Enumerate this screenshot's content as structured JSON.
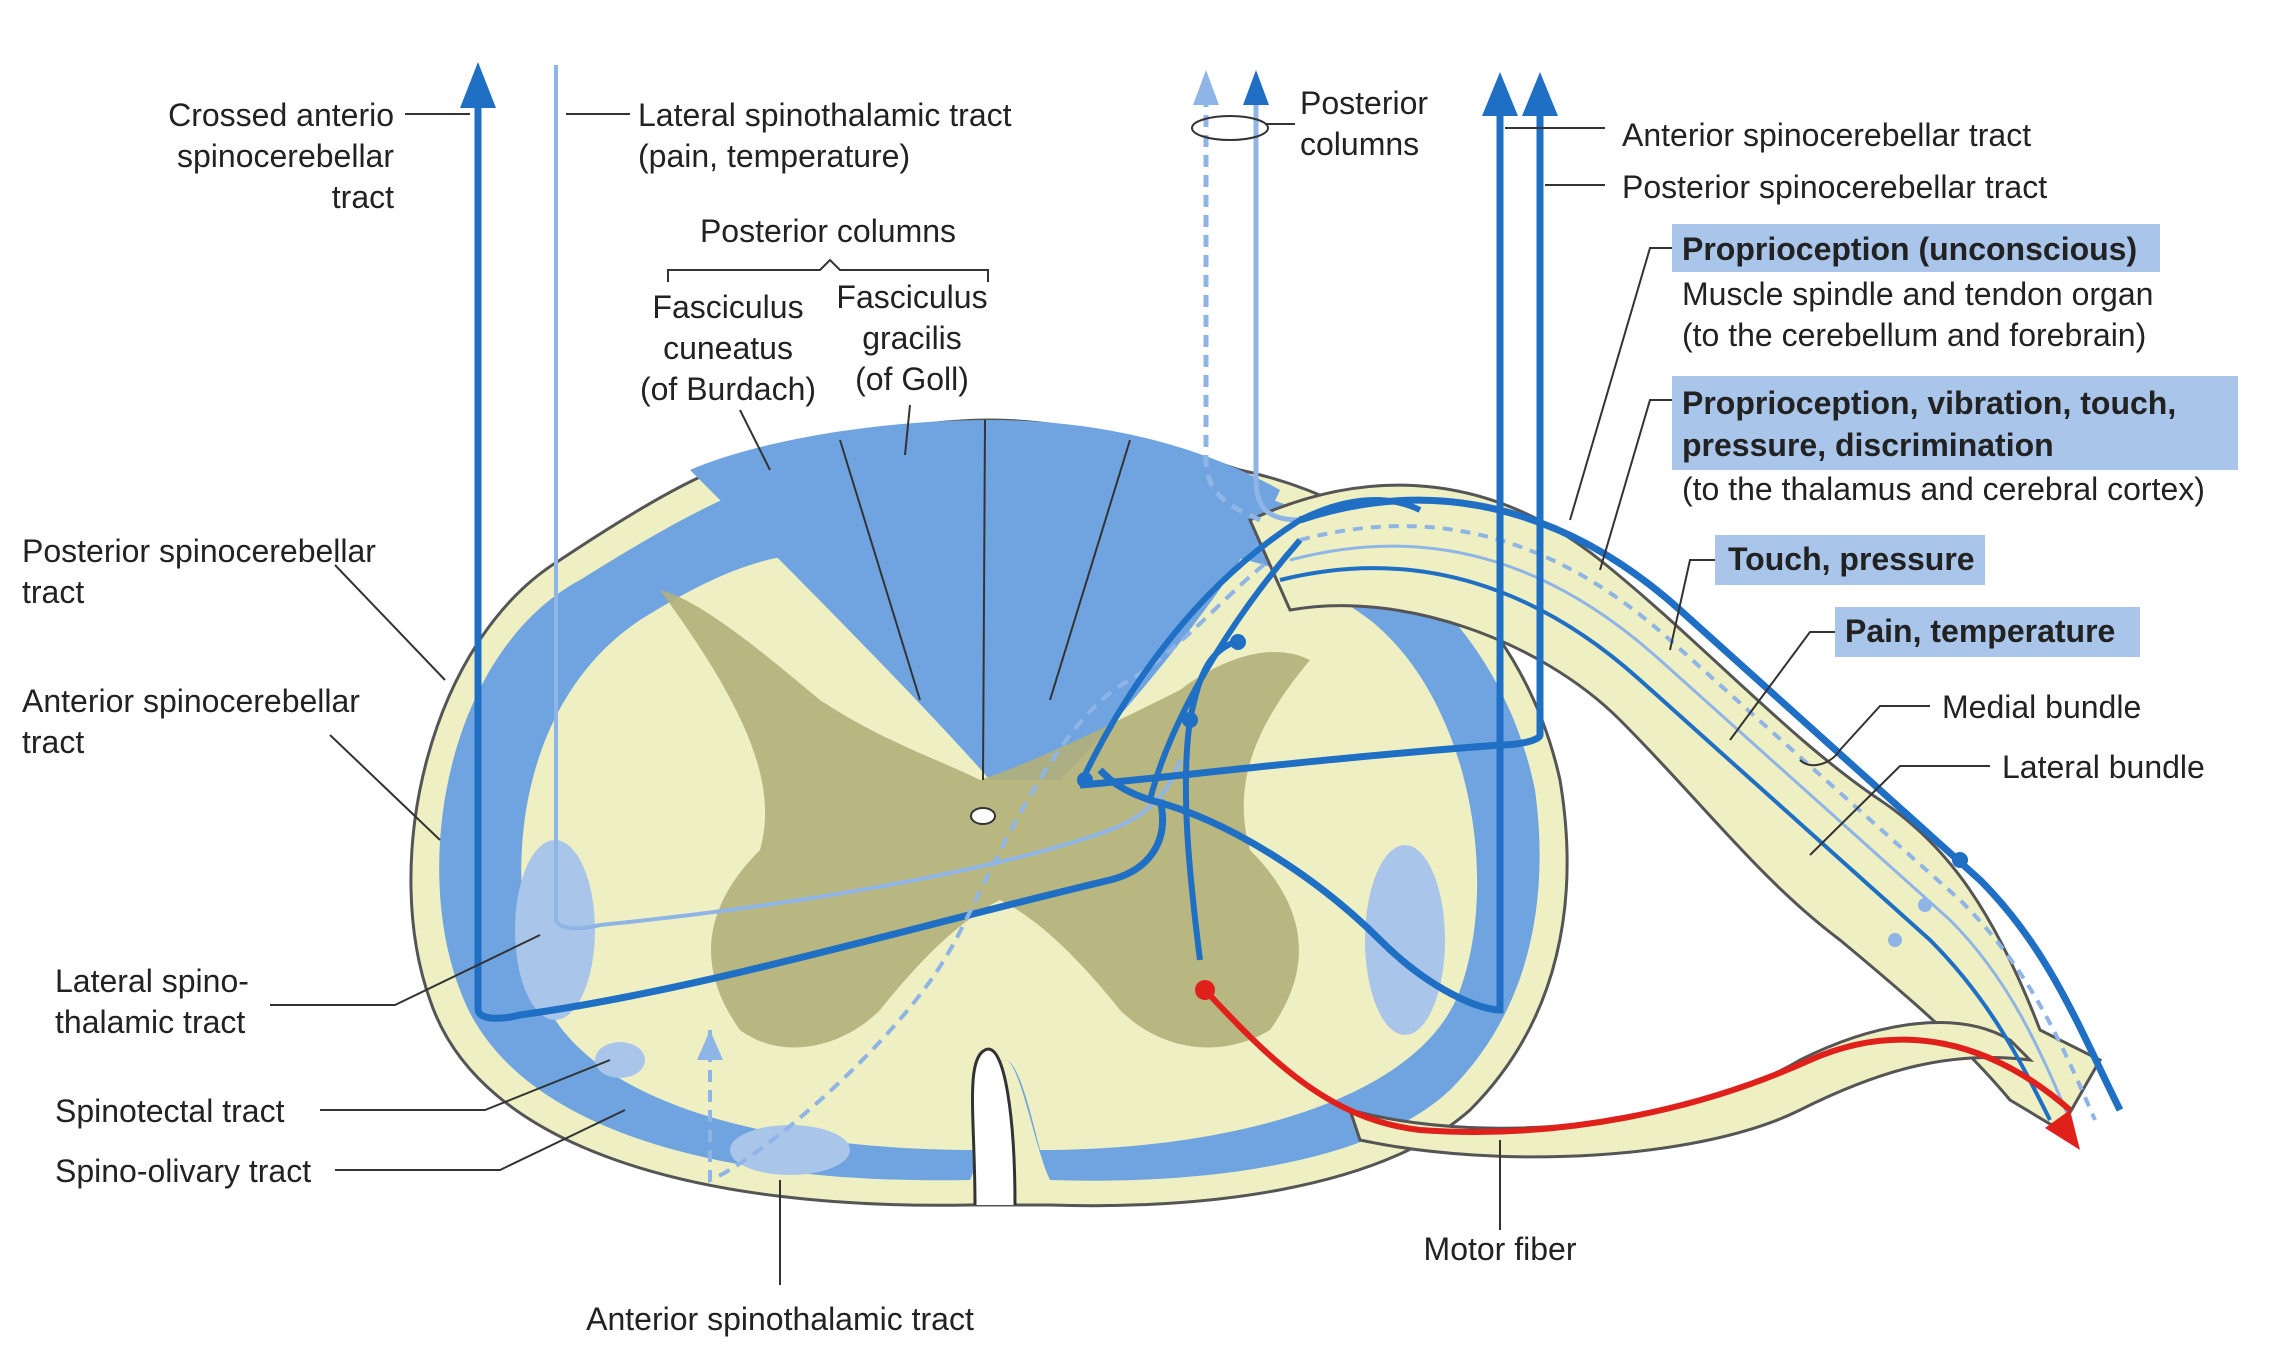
{
  "colors": {
    "white_matter": "#6fa4e0",
    "gray_matter": "#b3b07a",
    "pale_yellow": "#eef0c4",
    "tract_blue": "#1f6fc4",
    "tract_light": "#8fb4e6",
    "motor_red": "#e0201b",
    "highlight_bg": "#a9c6ea",
    "leader": "#333333"
  },
  "labels": {
    "crossed_anterior_sct": [
      "Crossed anterio",
      "spinocerebellar",
      "tract"
    ],
    "lateral_stt_top": [
      "Lateral spinothalamic tract",
      "(pain, temperature)"
    ],
    "posterior_columns_mid": "Posterior columns",
    "fasciculus_cuneatus": [
      "Fasciculus",
      "cuneatus",
      "(of Burdach)"
    ],
    "fasciculus_gracilis": [
      "Fasciculus",
      "gracilis",
      "(of Goll)"
    ],
    "posterior_columns_top": [
      "Posterior",
      "columns"
    ],
    "anterior_sct_right": "Anterior spinocerebellar tract",
    "posterior_sct_right": "Posterior spinocerebellar tract",
    "posterior_sct_left": [
      "Posterior spinocerebellar",
      "tract"
    ],
    "anterior_sct_left": [
      "Anterior spinocerebellar",
      "tract"
    ],
    "lateral_stt_left": [
      "Lateral spino-",
      "thalamic tract"
    ],
    "spinotectal": "Spinotectal tract",
    "spino_olivary": "Spino-olivary tract",
    "anterior_stt": "Anterior spinothalamic tract",
    "motor_fiber": "Motor fiber",
    "medial_bundle": "Medial bundle",
    "lateral_bundle": "Lateral bundle"
  },
  "modalities": {
    "proprio_unconscious_title": "Proprioception (unconscious)",
    "proprio_unconscious_desc": [
      "Muscle spindle and tendon organ",
      "(to the cerebellum and forebrain)"
    ],
    "proprio_conscious_title": [
      "Proprioception, vibration, touch,",
      "pressure, discrimination"
    ],
    "proprio_conscious_desc": "(to the thalamus and cerebral cortex)",
    "touch_pressure": "Touch, pressure",
    "pain_temperature": "Pain, temperature"
  }
}
